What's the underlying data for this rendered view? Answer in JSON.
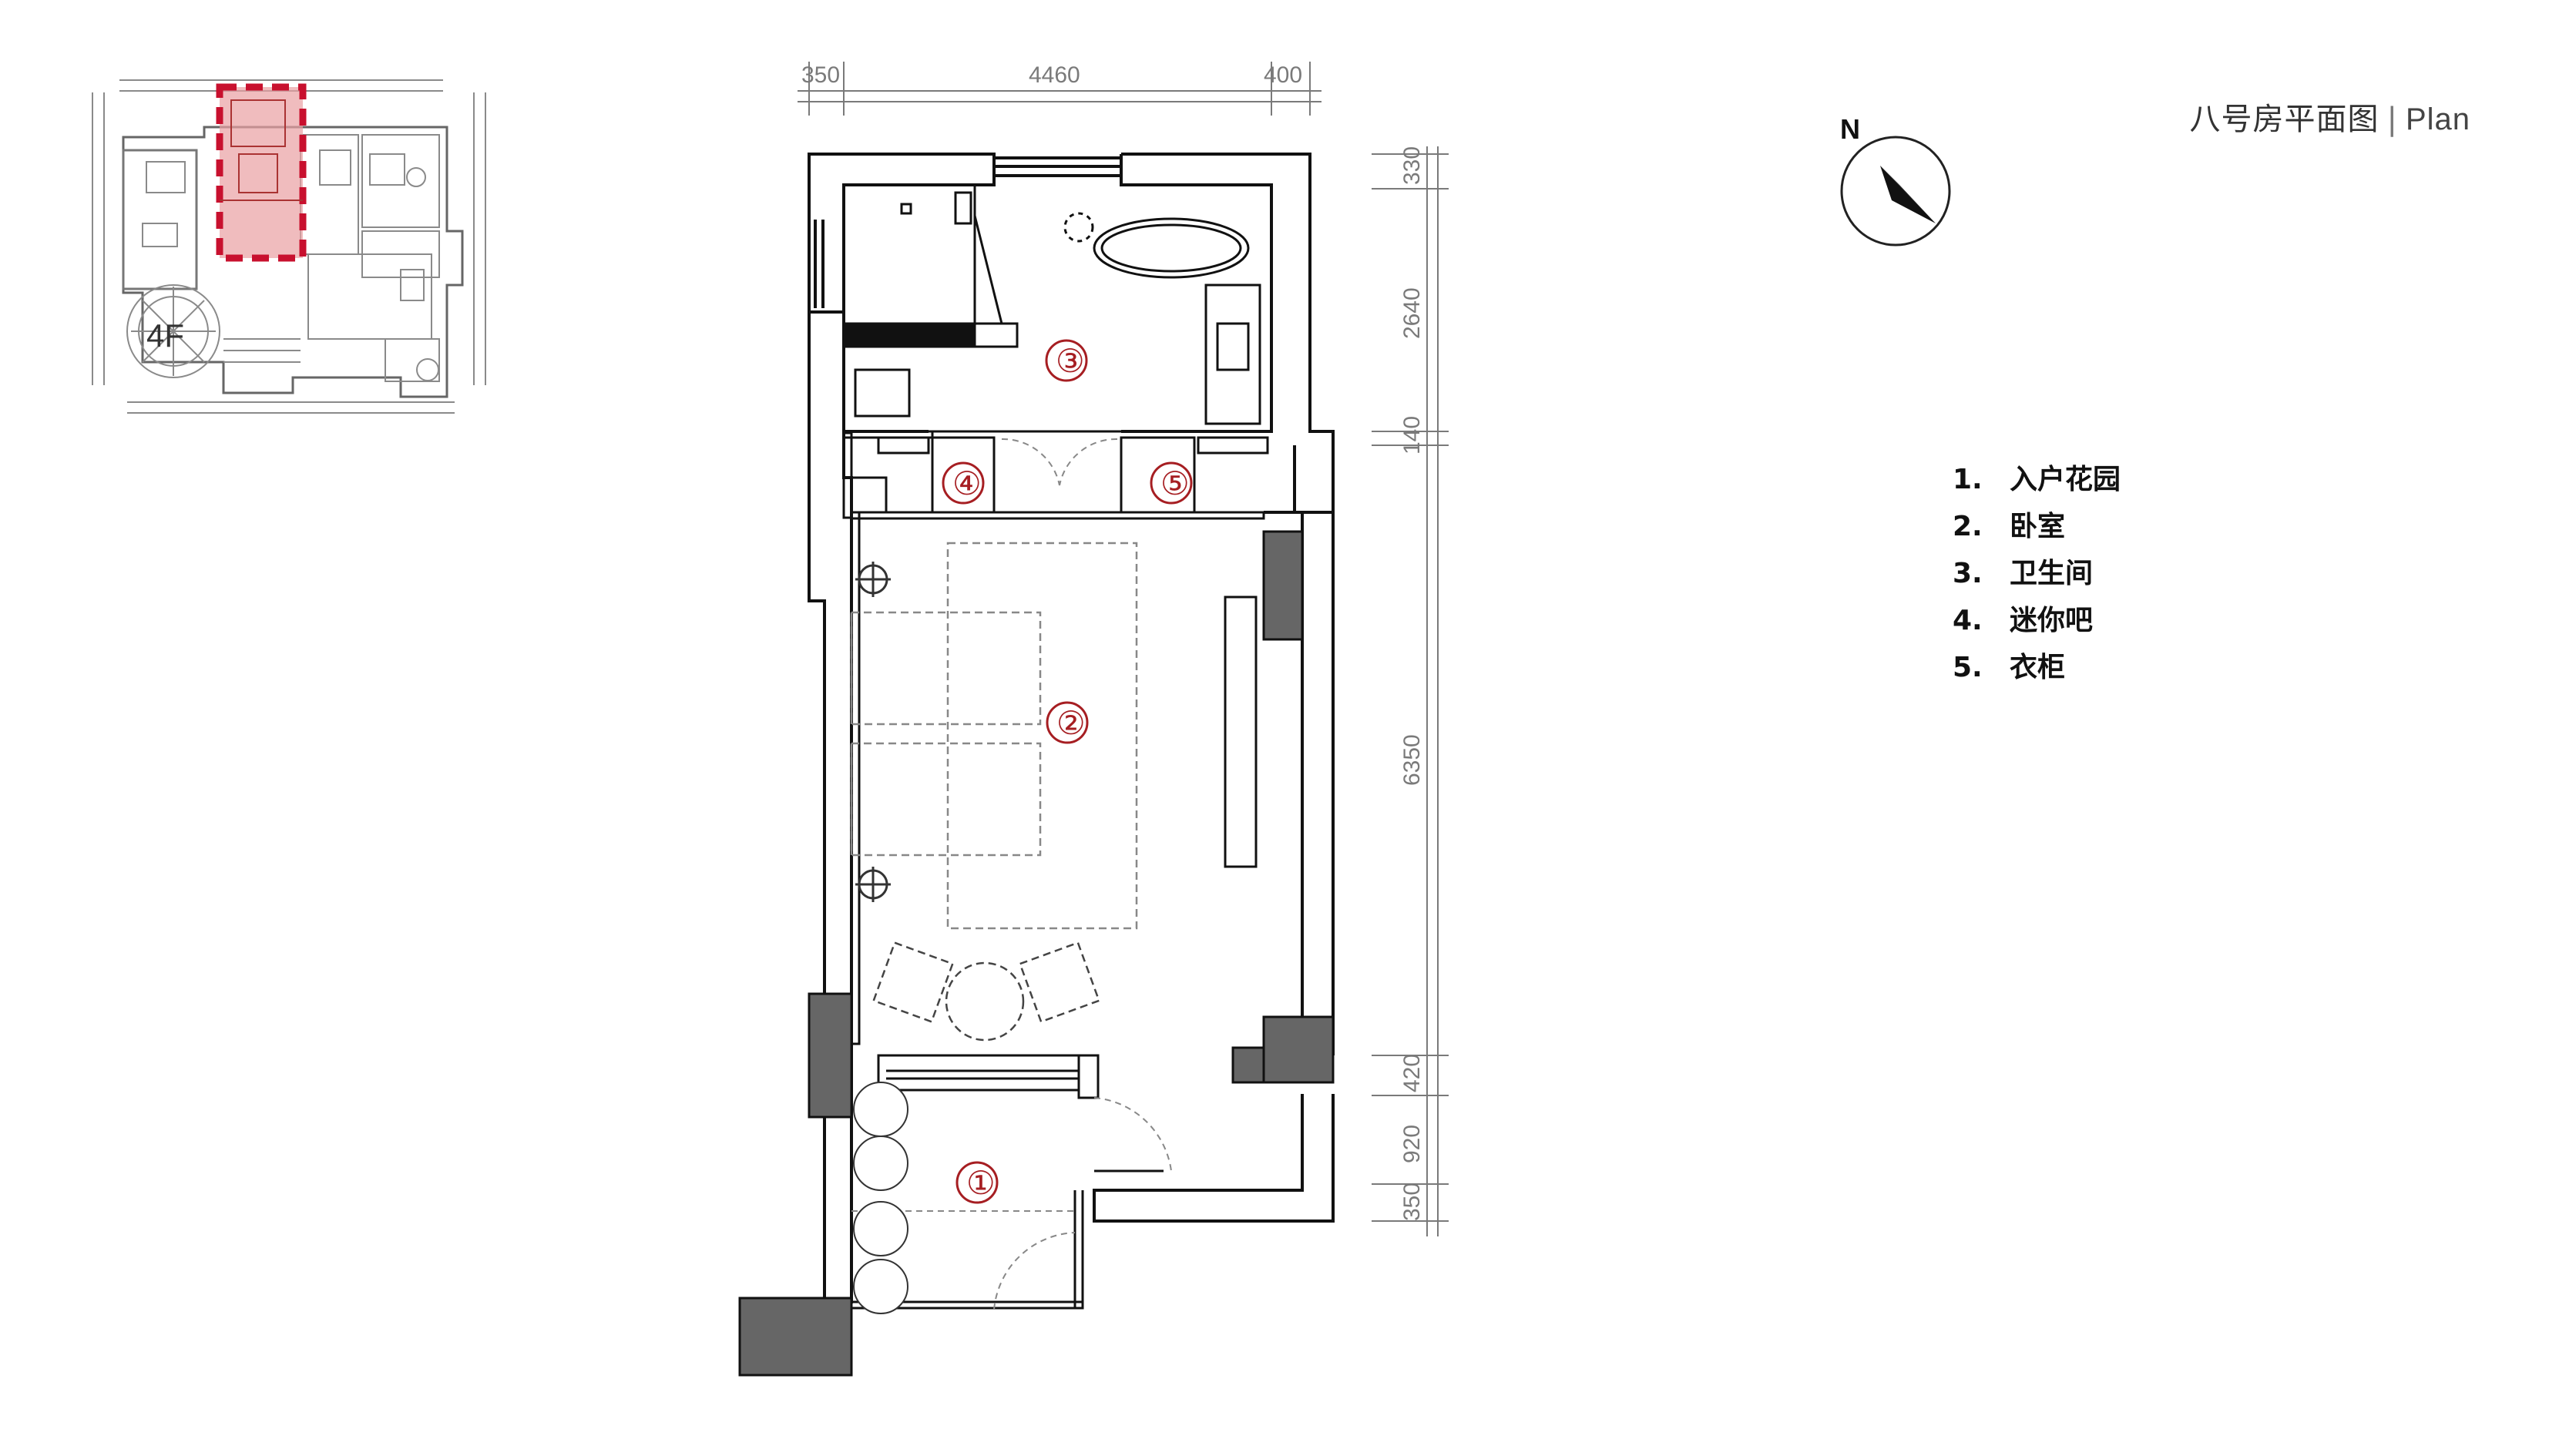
{
  "title": {
    "main": "八号房平面图",
    "separator": "|",
    "sub": "Plan"
  },
  "north_label": "N",
  "keyplan": {
    "floor_label": "4F",
    "highlight_color": "#c8102e"
  },
  "dimensions": {
    "top": [
      "350",
      "4460",
      "400"
    ],
    "right": [
      "330",
      "2640",
      "140",
      "6350",
      "420",
      "920",
      "350"
    ]
  },
  "rooms": [
    {
      "marker": "①"
    },
    {
      "marker": "②"
    },
    {
      "marker": "③"
    },
    {
      "marker": "④"
    },
    {
      "marker": "⑤"
    }
  ],
  "legend": [
    {
      "num": "1.",
      "label": "入户花园"
    },
    {
      "num": "2.",
      "label": "卧室"
    },
    {
      "num": "3.",
      "label": "卫生间"
    },
    {
      "num": "4.",
      "label": "迷你吧"
    },
    {
      "num": "5.",
      "label": "衣柜"
    }
  ],
  "colors": {
    "wall": "#111111",
    "column": "#666666",
    "marker": "#a61e22",
    "dimension": "#7a7a7a"
  }
}
